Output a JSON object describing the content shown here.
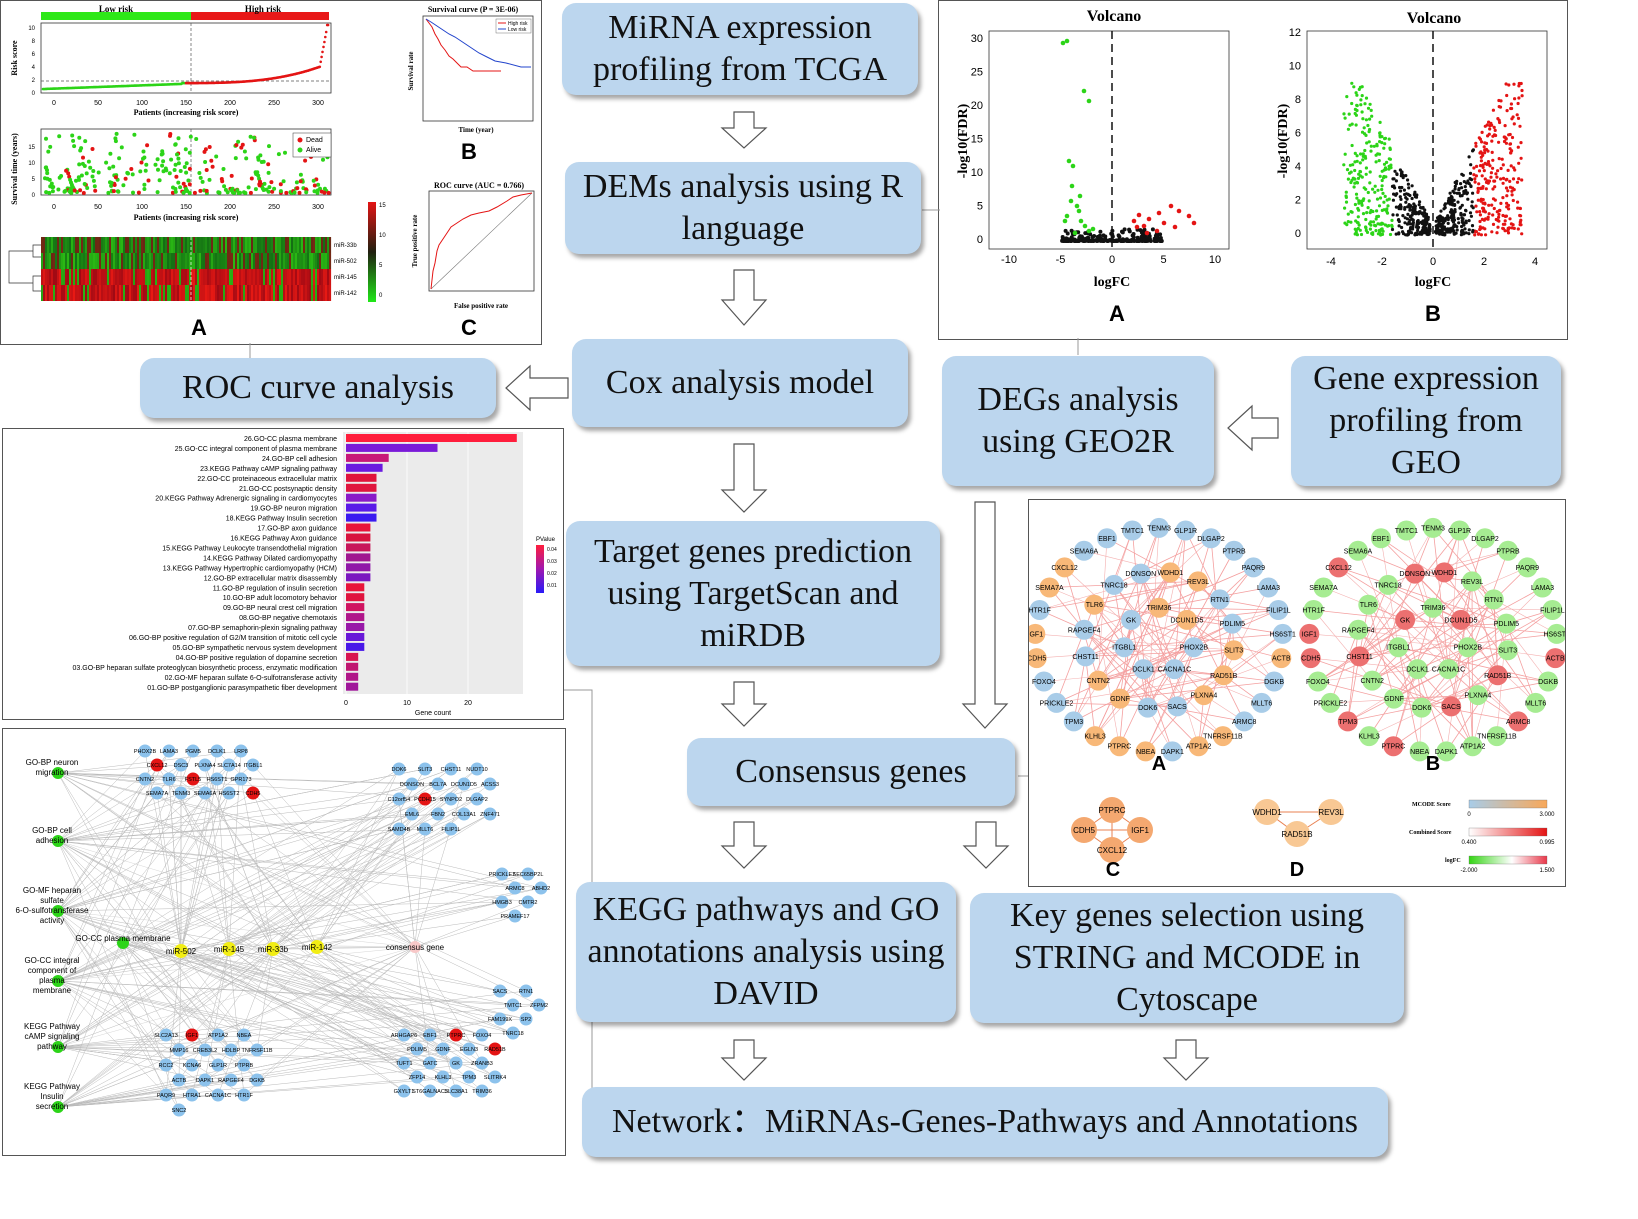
{
  "flow": {
    "mirna_tcga": "MiRNA expression profiling from TCGA",
    "dems": "DEMs analysis using R language",
    "cox": "Cox analysis model",
    "roc": "ROC curve analysis",
    "targets": "Target genes prediction using TargetScan and miRDB",
    "consensus": "Consensus genes",
    "kegg_go": "KEGG pathways and GO annotations analysis using DAVID",
    "key_genes": "Key genes selection using STRING and MCODE in Cytoscape",
    "network": "Network：MiRNAs-Genes-Pathways and Annotations",
    "degs": "DEGs analysis using GEO2R",
    "gene_geo": "Gene expression profiling from GEO"
  },
  "risk_panel": {
    "low_risk": "Low risk",
    "high_risk": "High risk",
    "risk_ylabel": "Risk score",
    "risk_xlabel": "Patients (increasing risk score)",
    "surv_ylabel": "Survival time (years)",
    "surv_xlabel": "Patients (increasing risk score)",
    "legend_dead": "Dead",
    "legend_alive": "Alive",
    "heat_rows": [
      "miR-33b",
      "miR-502",
      "miR-145",
      "miR-142"
    ],
    "heat_scale": [
      "15",
      "10",
      "5",
      "0"
    ],
    "x_ticks": [
      "0",
      "50",
      "100",
      "150",
      "200",
      "250",
      "300"
    ],
    "risk_y_ticks": [
      "0",
      "2",
      "4",
      "6",
      "8",
      "10"
    ],
    "surv_y_ticks": [
      "0",
      "5",
      "10",
      "15"
    ],
    "label_a": "A",
    "km_title": "Survival curve (P = 3E-06)",
    "km_ylabel": "Survival rate",
    "km_xlabel": "Time (year)",
    "km_legend_high": "High risk",
    "km_legend_low": "Low risk",
    "label_b": "B",
    "roc_title": "ROC curve (AUC = 0.766)",
    "roc_ylabel": "True positive rate",
    "roc_xlabel": "False positive rate",
    "label_c": "C"
  },
  "volcano": {
    "title_a": "Volcano",
    "title_b": "Volcano",
    "ylabel": "-log10(FDR)",
    "xlabel": "logFC",
    "a_y_ticks": [
      "0",
      "5",
      "10",
      "15",
      "20",
      "25",
      "30"
    ],
    "a_x_ticks": [
      "-10",
      "-5",
      "0",
      "5",
      "10"
    ],
    "b_y_ticks": [
      "0",
      "2",
      "4",
      "6",
      "8",
      "10",
      "12"
    ],
    "b_x_ticks": [
      "-4",
      "-2",
      "0",
      "2",
      "4"
    ],
    "label_a": "A",
    "label_b": "B"
  },
  "go_bar": {
    "legend_title": "PValue",
    "legend_ticks": [
      "0.04",
      "0.03",
      "0.02",
      "0.01"
    ],
    "xlabel": "Gene count",
    "x_ticks": [
      "0",
      "10",
      "20"
    ],
    "terms": [
      {
        "label": "26.GO-CC plasma membrane",
        "count": 28,
        "color": "#ff1e3c"
      },
      {
        "label": "25.GO-CC integral component of plasma membrane",
        "count": 15,
        "color": "#7a1ad8"
      },
      {
        "label": "24.GO-BP cell adhesion",
        "count": 7,
        "color": "#c81878"
      },
      {
        "label": "23.KEGG Pathway cAMP signaling pathway",
        "count": 6,
        "color": "#6a1ae0"
      },
      {
        "label": "22.GO-CC proteinaceous extracellular matrix",
        "count": 5,
        "color": "#e0143c"
      },
      {
        "label": "21.GO-CC postsynaptic density",
        "count": 5,
        "color": "#e0163e"
      },
      {
        "label": "20.KEGG Pathway Adrenergic signaling in cardiomyocytes",
        "count": 5,
        "color": "#8a1ac8"
      },
      {
        "label": "19.GO-BP neuron migration",
        "count": 5,
        "color": "#5a1ae8"
      },
      {
        "label": "18.KEGG Pathway Insulin secretion",
        "count": 5,
        "color": "#3a1af0"
      },
      {
        "label": "17.GO-BP axon guidance",
        "count": 4,
        "color": "#e8143a"
      },
      {
        "label": "16.KEGG Pathway Axon guidance",
        "count": 4,
        "color": "#d8143e"
      },
      {
        "label": "15.KEGG Pathway Leukocyte transendothelial migration",
        "count": 4,
        "color": "#c8165a"
      },
      {
        "label": "14.KEGG Pathway Dilated cardiomyopathy",
        "count": 4,
        "color": "#a01890"
      },
      {
        "label": "13.KEGG Pathway Hypertrophic cardiomyopathy (HCM)",
        "count": 4,
        "color": "#9018a8"
      },
      {
        "label": "12.GO-BP extracellular matrix disassembly",
        "count": 4,
        "color": "#7a18c0"
      },
      {
        "label": "11.GO-BP regulation of insulin secretion",
        "count": 3,
        "color": "#e8143a"
      },
      {
        "label": "10.GO-BP adult locomotory behavior",
        "count": 3,
        "color": "#e0143e"
      },
      {
        "label": "09.GO-BP neural crest cell migration",
        "count": 3,
        "color": "#d01460"
      },
      {
        "label": "08.GO-BP negative chemotaxis",
        "count": 3,
        "color": "#b0168a"
      },
      {
        "label": "07.GO-BP semaphorin-plexin signaling pathway",
        "count": 3,
        "color": "#9818a8"
      },
      {
        "label": "06.GO-BP positive regulation of G2/M transition of mitotic cell cycle",
        "count": 3,
        "color": "#6818d8"
      },
      {
        "label": "05.GO-BP sympathetic nervous system development",
        "count": 3,
        "color": "#4818e8"
      },
      {
        "label": "04.GO-BP positive regulation of dopamine secretion",
        "count": 2,
        "color": "#d81450"
      },
      {
        "label": "03.GO-BP heparan sulfate proteoglycan biosynthetic process, enzymatic modification",
        "count": 2,
        "color": "#c01670"
      },
      {
        "label": "02.GO-MF heparan sulfate 6-O-sulfotransferase activity",
        "count": 2,
        "color": "#b01688"
      },
      {
        "label": "01.GO-BP postganglionic parasympathetic fiber development",
        "count": 2,
        "color": "#a0169a"
      }
    ]
  },
  "ppi": {
    "genes": [
      "TENM3",
      "GLP1R",
      "DLGAP2",
      "PTPRB",
      "PAQR9",
      "LAMA3",
      "FILIP1L",
      "HS6ST1",
      "ACTB",
      "DGKB",
      "MLLT6",
      "ARMC8",
      "TNFRSF11B",
      "ATP1A2",
      "DAPK1",
      "NBEA",
      "PTPRC",
      "KLHL3",
      "TPM3",
      "PRICKLE2",
      "FOXO4",
      "CDH5",
      "IGF1",
      "HTR1F",
      "SEMA7A",
      "CXCL12",
      "SEMA6A",
      "EBF1",
      "TMTC1",
      "WDHD1",
      "REV3L",
      "RTN1",
      "PDLIM5",
      "SLIT3",
      "RAD51B",
      "PLXNA4",
      "SACS",
      "DOK6",
      "GDNF",
      "CNTN2",
      "CHST11",
      "RAPGEF4",
      "TLR6",
      "TNRC18",
      "DONSON",
      "TRIM36",
      "DCUN1D5",
      "PHOX2B",
      "CACNA1C",
      "DCLK1",
      "ITGBL1",
      "GK"
    ],
    "label_a": "A",
    "label_b": "B",
    "cluster_c": [
      "PTPRC",
      "CDH5",
      "IGF1",
      "CXCL12"
    ],
    "cluster_d": [
      "WDHD1",
      "REV3L",
      "RAD51B"
    ],
    "label_c": "C",
    "label_d": "D",
    "mcode_title": "MCODE Score",
    "mcode_ticks": [
      "0",
      "3.000"
    ],
    "combined_title": "Combined Score",
    "combined_ticks": [
      "0.400",
      "0.995"
    ],
    "logfc_title": "logFC",
    "logfc_ticks": [
      "-2.000",
      "1.500"
    ]
  },
  "network": {
    "pathways": [
      "GO-BP neuron migration",
      "GO-BP cell adhesion",
      "GO-MF heparan sulfate 6-O-sulfotransferase activity",
      "GO-CC integral component of plasma membrane",
      "KEGG Pathway cAMP signaling pathway",
      "KEGG Pathway Insulin secretion"
    ],
    "plasma": "GO-CC plasma membrane",
    "mirnas": [
      "miR-502",
      "miR-145",
      "miR-33b",
      "miR-142"
    ],
    "consensus": "consensus gene",
    "cluster1": [
      "PHOX2B",
      "LAMA3",
      "PGM5",
      "DCLK1",
      "LRP8",
      "CXCL12",
      "DSC3",
      "PLXNA4",
      "SLC7A14",
      "ITGBL1",
      "CNTN2",
      "TLR6",
      "FSTL5",
      "HS6ST1",
      "GPR173",
      "SEMA7A",
      "TENM3",
      "SEMA6A",
      "HS6ST2",
      "CDH5"
    ],
    "cluster2": [
      "DOK6",
      "SLIT3",
      "CHST11",
      "NUDT10",
      "DONSON",
      "BCL7A",
      "DCUN1D5",
      "ACSS3",
      "C12orf54",
      "PCDH15",
      "SYNPO2",
      "DLGAP2",
      "EML6",
      "FBN2",
      "COL13A1",
      "ZNF471",
      "SAMD4B",
      "MLLT6",
      "FILIP1L"
    ],
    "cluster3": [
      "PRICKLE2",
      "SEC65BP2L",
      "ARMC8",
      "ABHD2",
      "HMGB3",
      "CMTR2",
      "PRAMEF17"
    ],
    "cluster4": [
      "SACS",
      "RTN1",
      "TMTC1",
      "ZFPM2",
      "FAM199X",
      "SP2",
      "TNRC18"
    ],
    "cluster5": [
      "SLC2A13",
      "IGF1",
      "ATP1A2",
      "NBEA",
      "MMP16",
      "CREB3L2",
      "HDLBP",
      "TNFRSF11B",
      "RCC2",
      "KCNA6",
      "GLP1R",
      "PTPRB",
      "ACTB",
      "DAPK1",
      "RAPGEF4",
      "DGKB",
      "PAQR9",
      "HTRA1",
      "CACNA1C",
      "HTR1F",
      "SNC2"
    ],
    "cluster6": [
      "ARHGAP6",
      "EBF1",
      "PTPRC",
      "FOXO4",
      "PDLIM5",
      "GDNF",
      "EGLN3",
      "RAD51B",
      "TUFT1",
      "GATC",
      "GK",
      "ZRANB3",
      "ZFP14",
      "KLHL3",
      "TPM3",
      "SLITRK4",
      "GXYLT1",
      "ST6GALNAC3",
      "SLC38A1",
      "TRIM36"
    ]
  },
  "colors": {
    "box": "#bcd6ee",
    "node_blue": "#8cc2ec",
    "node_red": "#e41414",
    "node_green": "#2cd418",
    "node_yellow": "#f2ee14"
  }
}
